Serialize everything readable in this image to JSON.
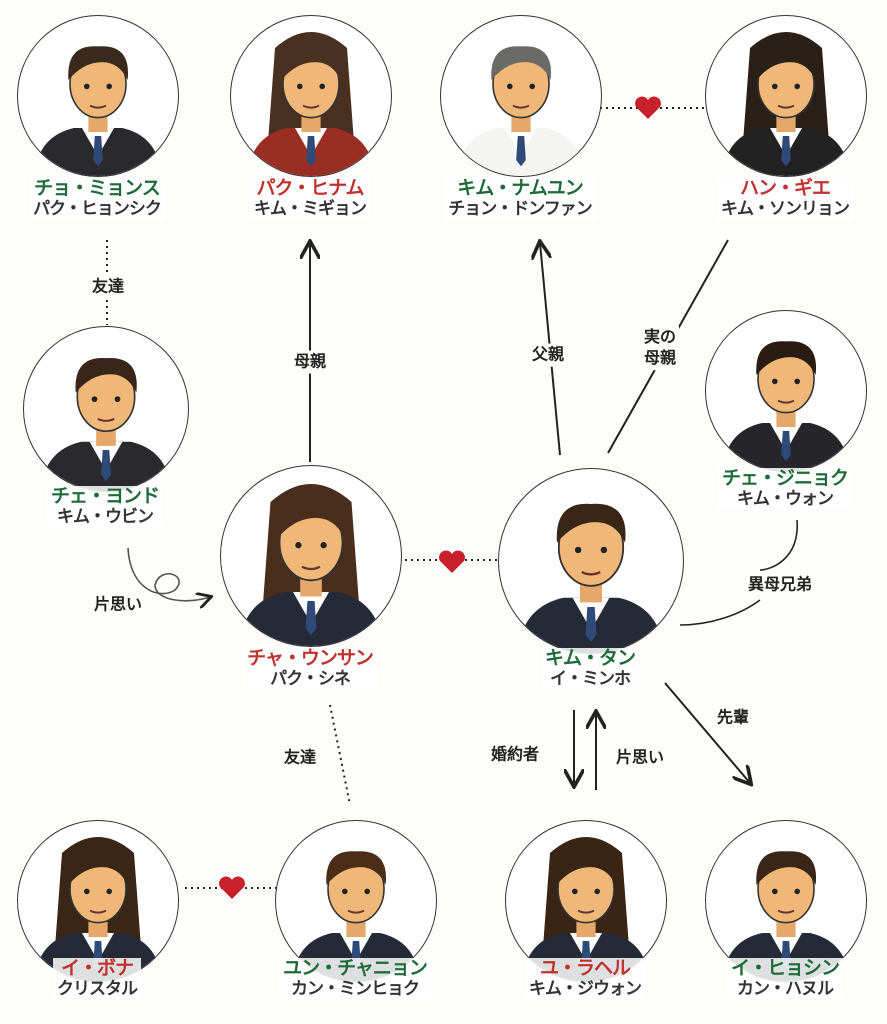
{
  "colors": {
    "male": "#1e6b3a",
    "female": "#c0322e",
    "heart": "#c8202c",
    "line": "#222"
  },
  "characters": [
    {
      "id": "cho-myungsoo",
      "role": "チョ・ミョンス",
      "actor": "パク・ヒョンシク",
      "gender": "male",
      "hair": "#3a2a1c",
      "outfit": "#2a2a2e"
    },
    {
      "id": "park-hinam",
      "role": "パク・ヒナム",
      "actor": "キム・ミギョン",
      "gender": "female",
      "hair": "#4a3020",
      "outfit": "#9a2e22"
    },
    {
      "id": "kim-namyoon",
      "role": "キム・ナムユン",
      "actor": "チョン・ドンファン",
      "gender": "male",
      "hair": "#6a6a66",
      "outfit": "#f4f4f0"
    },
    {
      "id": "han-giae",
      "role": "ハン・ギエ",
      "actor": "キム・ソンリョン",
      "gender": "female",
      "hair": "#2a2018",
      "outfit": "#222"
    },
    {
      "id": "choi-youngdo",
      "role": "チェ・ヨンド",
      "actor": "キム・ウビン",
      "gender": "male",
      "hair": "#3a2618",
      "outfit": "#2a2a2e"
    },
    {
      "id": "choi-jinhyuk",
      "role": "チェ・ジニョク",
      "actor": "キム・ウォン",
      "gender": "male",
      "hair": "#2a1c12",
      "outfit": "#25252a"
    },
    {
      "id": "cha-eunsang",
      "role": "チャ・ウンサン",
      "actor": "パク・シネ",
      "gender": "female",
      "hair": "#4a2e1c",
      "outfit": "#262a36"
    },
    {
      "id": "kim-tan",
      "role": "キム・タン",
      "actor": "イ・ミンホ",
      "gender": "male",
      "hair": "#3a2616",
      "outfit": "#262a36"
    },
    {
      "id": "lee-bona",
      "role": "イ・ボナ",
      "actor": "クリスタル",
      "gender": "female",
      "hair": "#3a2616",
      "outfit": "#262a36"
    },
    {
      "id": "yoon-chanyoung",
      "role": "ユン・チャニョン",
      "actor": "カン・ミンヒョク",
      "gender": "male",
      "hair": "#4a2e18",
      "outfit": "#262a36"
    },
    {
      "id": "yoo-rachel",
      "role": "ユ・ラヘル",
      "actor": "キム・ジウォン",
      "gender": "female",
      "hair": "#3a2414",
      "outfit": "#262a36"
    },
    {
      "id": "lee-hyoshin",
      "role": "イ・ヒョシン",
      "actor": "カン・ハヌル",
      "gender": "male",
      "hair": "#3a2616",
      "outfit": "#262a36"
    }
  ],
  "relations": {
    "friends1": "友達",
    "mother": "母親",
    "father": "父親",
    "birth_mother": [
      "実の",
      "母親"
    ],
    "crush1": "片思い",
    "half_brothers": "異母兄弟",
    "friends2": "友達",
    "fiance": "婚約者",
    "crush2": "片思い",
    "senior": "先輩"
  }
}
